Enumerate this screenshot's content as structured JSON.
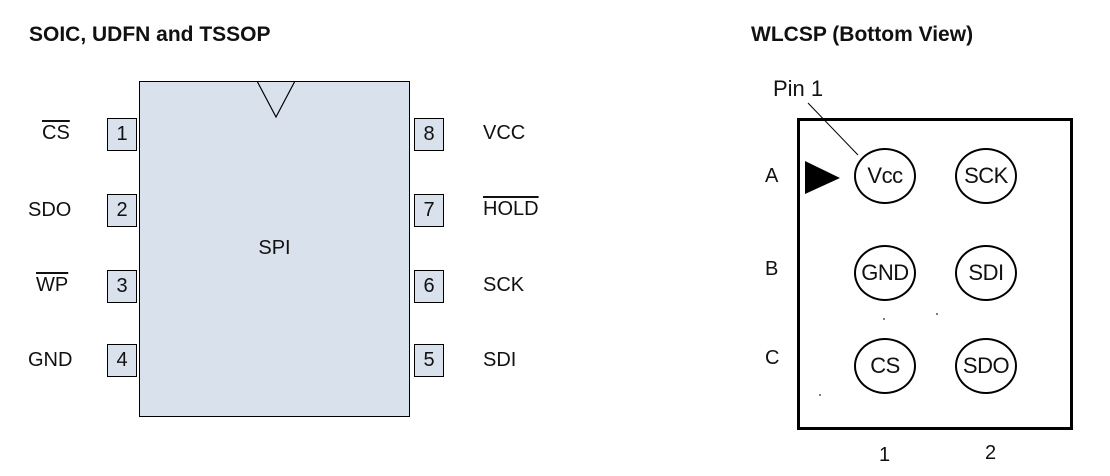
{
  "left": {
    "title": "SOIC, UDFN and TSSOP",
    "center_label": "SPI",
    "pins_left": [
      {
        "num": "1",
        "label": "CS",
        "overbar": true
      },
      {
        "num": "2",
        "label": "SDO",
        "overbar": false
      },
      {
        "num": "3",
        "label": "WP",
        "overbar": true
      },
      {
        "num": "4",
        "label": "GND",
        "overbar": false
      }
    ],
    "pins_right": [
      {
        "num": "8",
        "label": "VCC",
        "overbar": false
      },
      {
        "num": "7",
        "label": "HOLD",
        "overbar": true
      },
      {
        "num": "6",
        "label": "SCK",
        "overbar": false
      },
      {
        "num": "5",
        "label": "SDI",
        "overbar": false
      }
    ]
  },
  "right": {
    "title": "WLCSP (Bottom View)",
    "pin1_label": "Pin 1",
    "rows": [
      "A",
      "B",
      "C"
    ],
    "cols": [
      "1",
      "2"
    ],
    "balls": [
      {
        "label": "Vcc"
      },
      {
        "label": "SCK"
      },
      {
        "label": "GND"
      },
      {
        "label": "SDI"
      },
      {
        "label": "CS"
      },
      {
        "label": "SDO"
      }
    ]
  },
  "colors": {
    "pin_fill": "#d9e1ec",
    "outline": "#000000"
  }
}
